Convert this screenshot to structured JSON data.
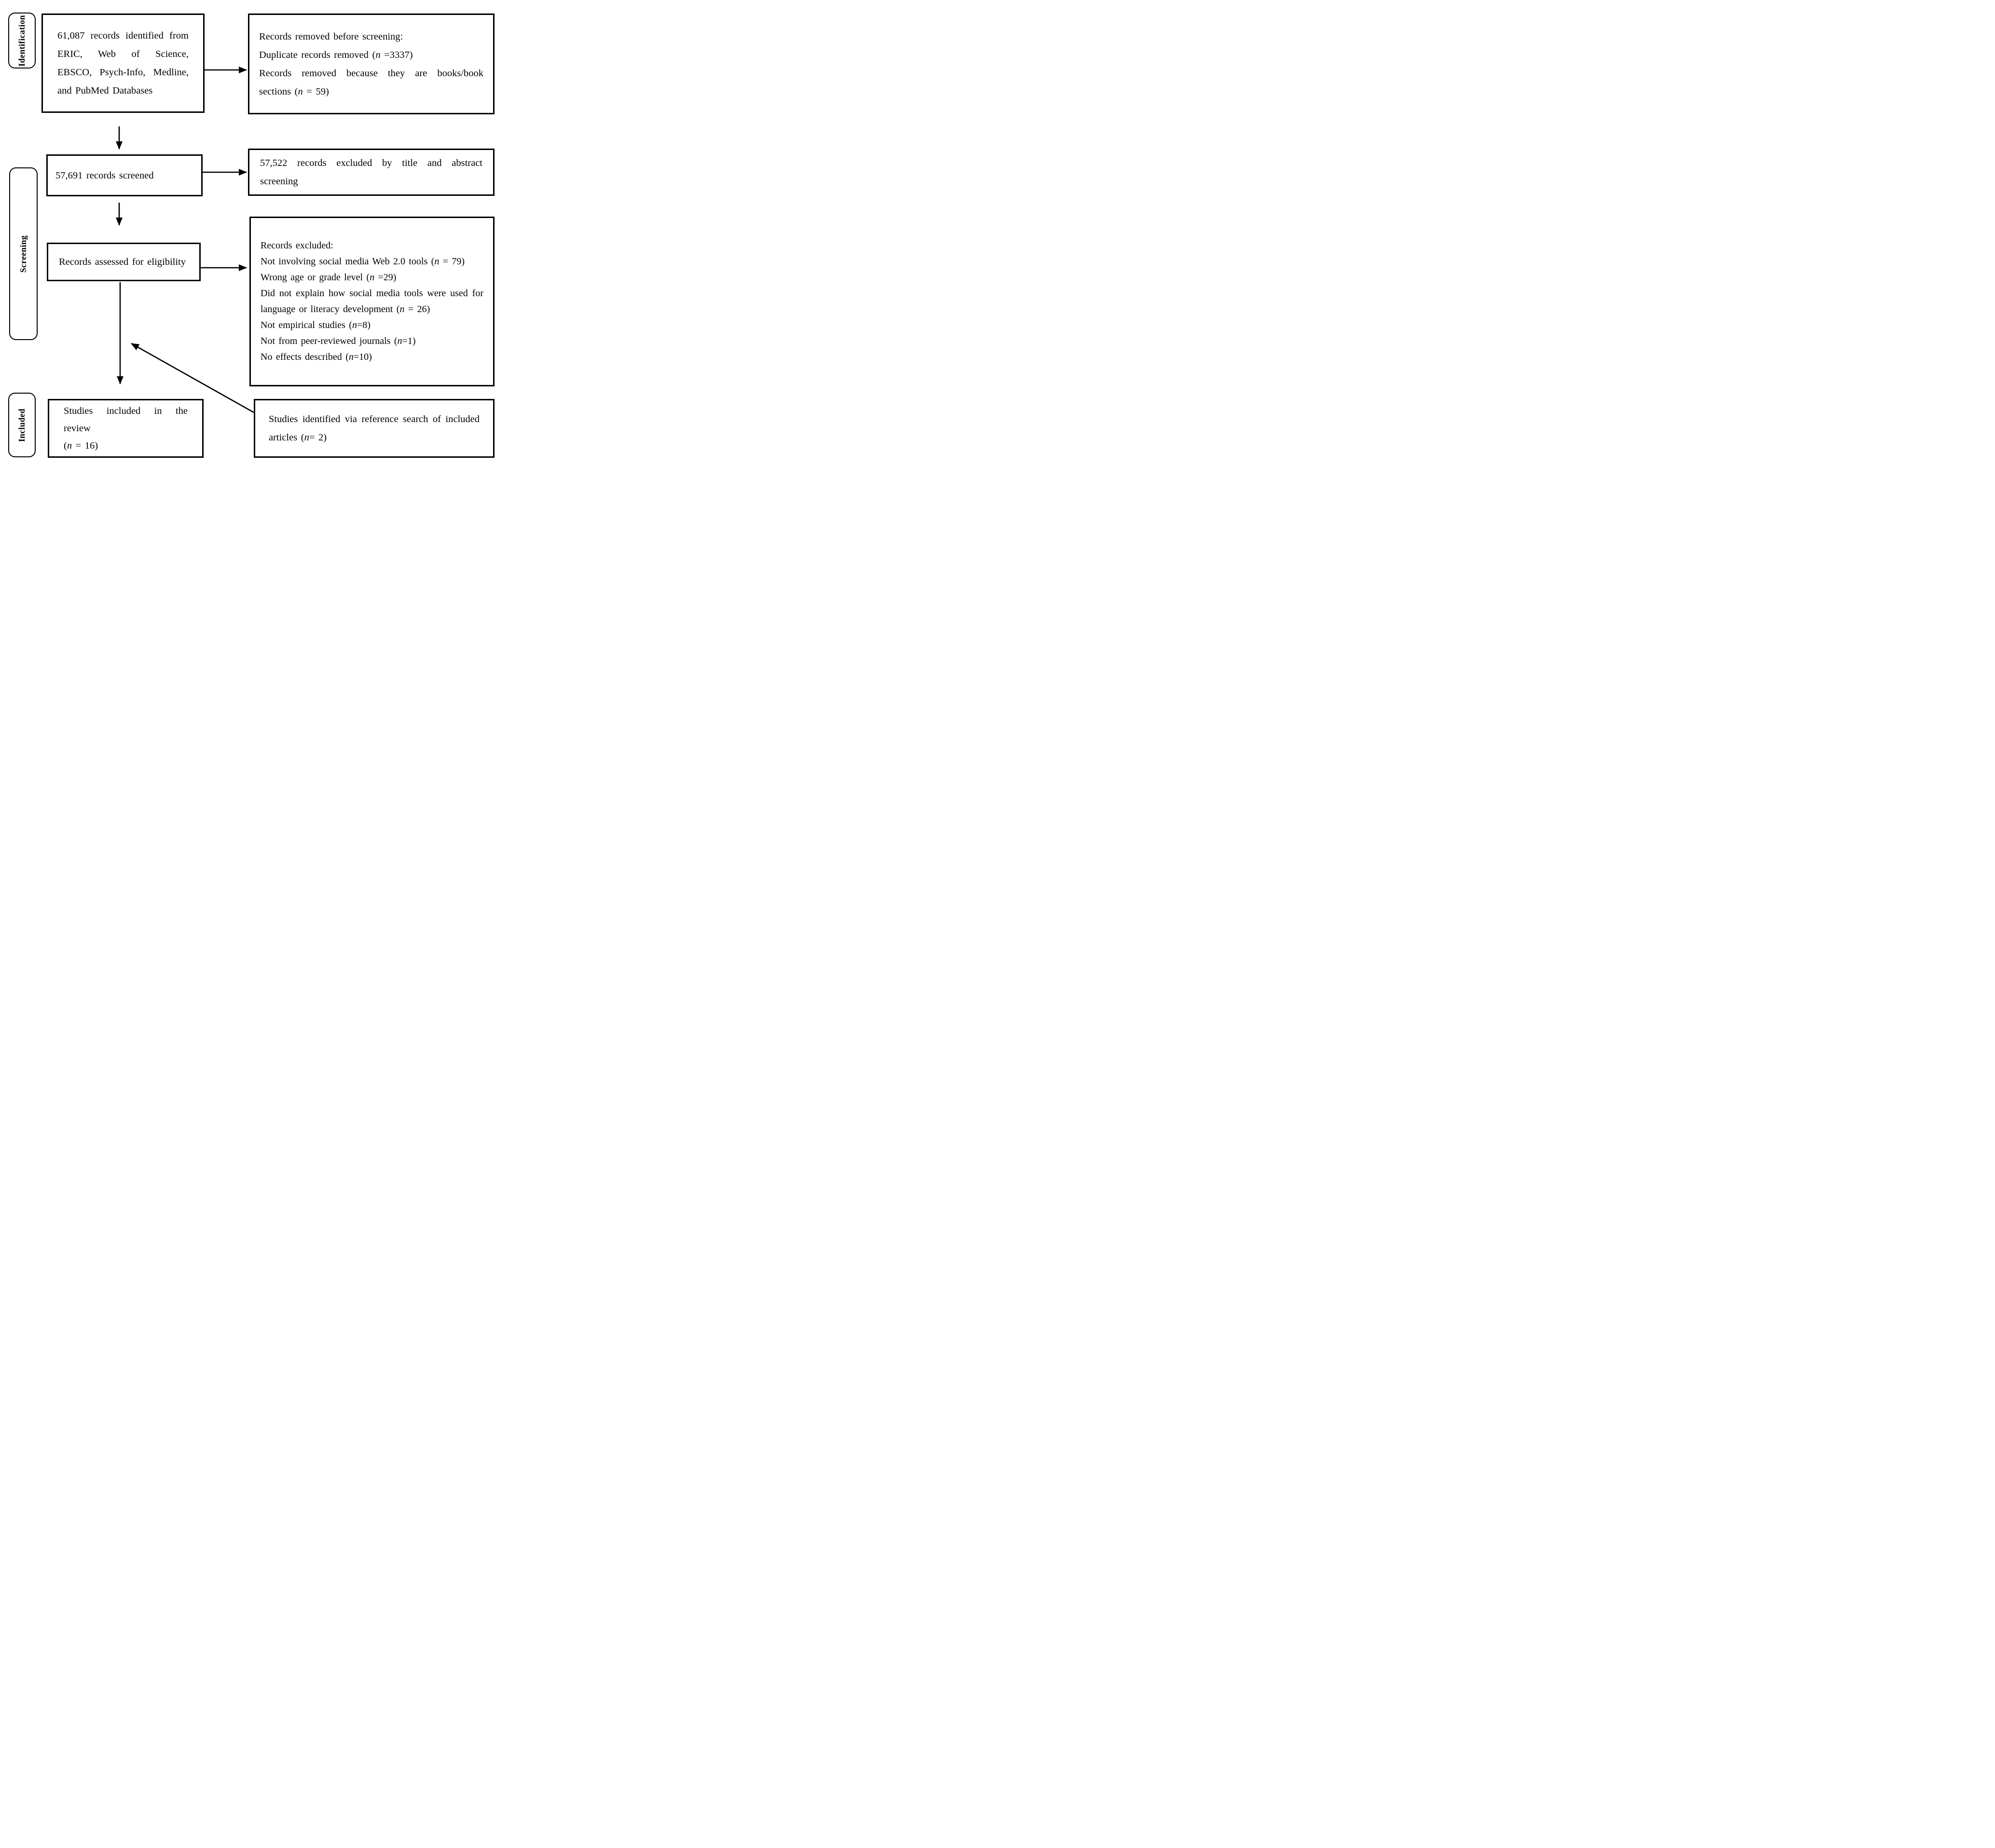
{
  "colors": {
    "line": "#000000",
    "background": "#ffffff",
    "text": "#000000"
  },
  "stages": [
    {
      "label": "Identification"
    },
    {
      "label": "Screening"
    },
    {
      "label": "Included"
    }
  ],
  "boxes": {
    "identified": {
      "text": "61,087 records identified from ERIC, Web of Science, EBSCO, Psych-Info, Medline, and PubMed Databases"
    },
    "removed": {
      "heading": "Records removed before screening:",
      "items": [
        "Duplicate records removed (n =3337)",
        "Records removed because they are books/book sections (n = 59)"
      ]
    },
    "screened": {
      "text": "57,691 records screened"
    },
    "excluded_title_abstract": {
      "text": "57,522 records excluded by title and abstract screening"
    },
    "assessed": {
      "text": "Records assessed for eligibility"
    },
    "excluded": {
      "heading": "Records excluded:",
      "items": [
        "Not involving social media Web 2.0 tools (n = 79)",
        "Wrong age or grade level (n =29)",
        "Did not explain how social media tools were used for language or literacy development (n = 26)",
        "Not empirical studies (n=8)",
        "Not from peer-reviewed journals (n=1)",
        "No effects described (n=10)"
      ]
    },
    "included": {
      "text": "Studies included in the review",
      "count": "(n = 16)"
    },
    "reference_search": {
      "text": "Studies identified via reference search of included articles (n= 2)"
    }
  }
}
